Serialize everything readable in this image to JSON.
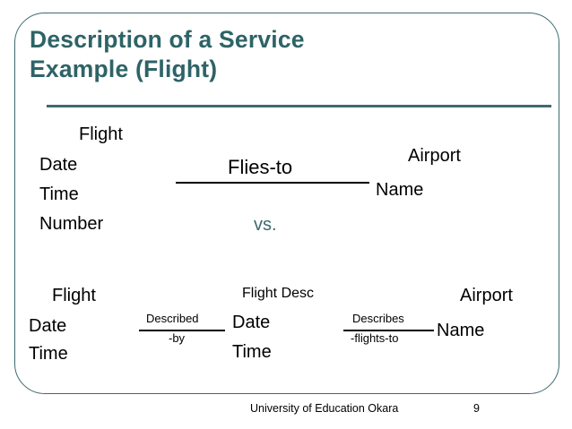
{
  "slide": {
    "title": "Description of a Service\nExample (Flight)",
    "accent_color": "#2e6367",
    "frame_color": "#3d6b6e",
    "separator_label": "vs."
  },
  "diagram_top": {
    "left_entity": {
      "name": "Flight",
      "attributes": [
        "Date",
        "Time",
        "Number"
      ]
    },
    "relationship": {
      "label": "Flies-to"
    },
    "right_entity": {
      "name": "Airport",
      "attributes": [
        "Name"
      ]
    }
  },
  "diagram_bottom": {
    "left_entity": {
      "name": "Flight",
      "attributes": [
        "Date",
        "Time"
      ]
    },
    "relationship_left": {
      "label_above": "Described",
      "label_below": "-by"
    },
    "middle_entity": {
      "name": "Flight Desc",
      "attributes": [
        "Date",
        "Time"
      ]
    },
    "relationship_right": {
      "label_above": "Describes",
      "label_below": "-flights-to"
    },
    "right_entity": {
      "name": "Airport",
      "attributes": [
        "Name"
      ]
    }
  },
  "footer": {
    "organization": "University of Education Okara",
    "page_number": "9"
  }
}
